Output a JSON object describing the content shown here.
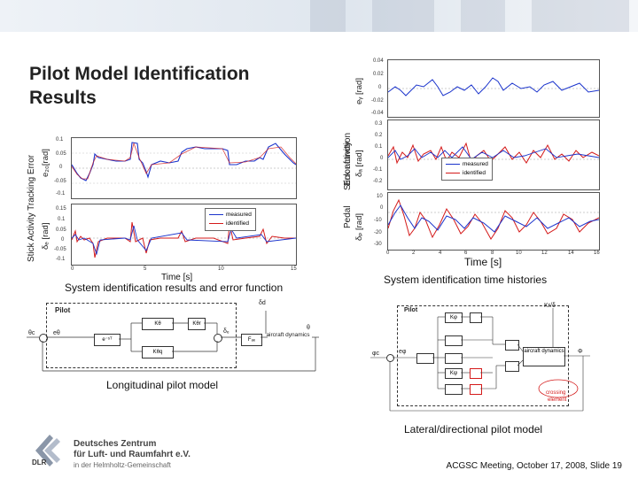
{
  "slide": {
    "title_line1": "Pilot Model Identification",
    "title_line2": "Results",
    "footer_info": "ACGSC Meeting, October 17, 2008, Slide 19"
  },
  "logo": {
    "line1": "Deutsches Zentrum",
    "line2": "für Luft- und Raumfahrt e.V.",
    "line3": "in der Helmholtz-Gemeinschaft",
    "mark": "DLR"
  },
  "left_chart": {
    "ylabel_outer": "Stick Activity  Tracking Error",
    "ylabel_top": "e₂₀[rad]",
    "ylabel_bottom": "δₑ [rad]",
    "xlabel": "Time [s]",
    "caption": "System identification results and error function",
    "top_yticks": [
      "0.1",
      "0.05",
      "0",
      "-0.05",
      "-0.1"
    ],
    "bottom_yticks": [
      "0.15",
      "0.1",
      "0.05",
      "0",
      "-0.05",
      "-0.1"
    ],
    "xticks": [
      "0",
      "5",
      "10",
      "15"
    ],
    "legend": [
      "measured",
      "identified"
    ]
  },
  "right_chart": {
    "ylabel_error": "Error function",
    "ylabel_error_unit": "eᵧ [rad]",
    "ylabel_stick": "Stick activity",
    "ylabel_stick_unit": "δₐ [rad]",
    "ylabel_pedal": "Pedal",
    "ylabel_pedal_unit": "δₚ [rad]",
    "xlabel": "Time [s]",
    "caption": "System identification time histories",
    "top_yticks": [
      "0.04",
      "0.02",
      "0",
      "-0.02",
      "-0.04"
    ],
    "mid_yticks": [
      "0.3",
      "0.2",
      "0.1",
      "0",
      "-0.1",
      "-0.2"
    ],
    "bottom_yticks": [
      "10",
      "0",
      "-10",
      "-20",
      "-30"
    ],
    "xticks": [
      "0",
      "2",
      "4",
      "6",
      "8",
      "10",
      "12",
      "14",
      "16"
    ],
    "legend": [
      "measured",
      "identified"
    ]
  },
  "left_diagram": {
    "caption": "Longitudinal pilot model",
    "pilot_label": "Pilot",
    "input": "θc",
    "error": "eθ",
    "delay": "e⁻ˢᵀ",
    "gain": "Kθ",
    "k2": "Kθr",
    "k3": "Kθq",
    "output": "δₑ",
    "transfer": "Fₐₑ",
    "dist": "δd",
    "plant": "aircraft dynamics",
    "theta": "θ"
  },
  "right_diagram": {
    "caption": "Lateral/directional pilot model",
    "pilot_label": "Pilot",
    "input": "φc",
    "error": "eφ",
    "gain": "Kφ",
    "k_yaw": "Kψ",
    "output": "Φ",
    "plant": "aircraft dynamics",
    "crossfeed": "Kr/δ",
    "missing": "crossing",
    "missing2": "element"
  },
  "colors": {
    "measured": "#1a33cc",
    "identified": "#d41a1a",
    "accent": "#7a8aa3"
  }
}
